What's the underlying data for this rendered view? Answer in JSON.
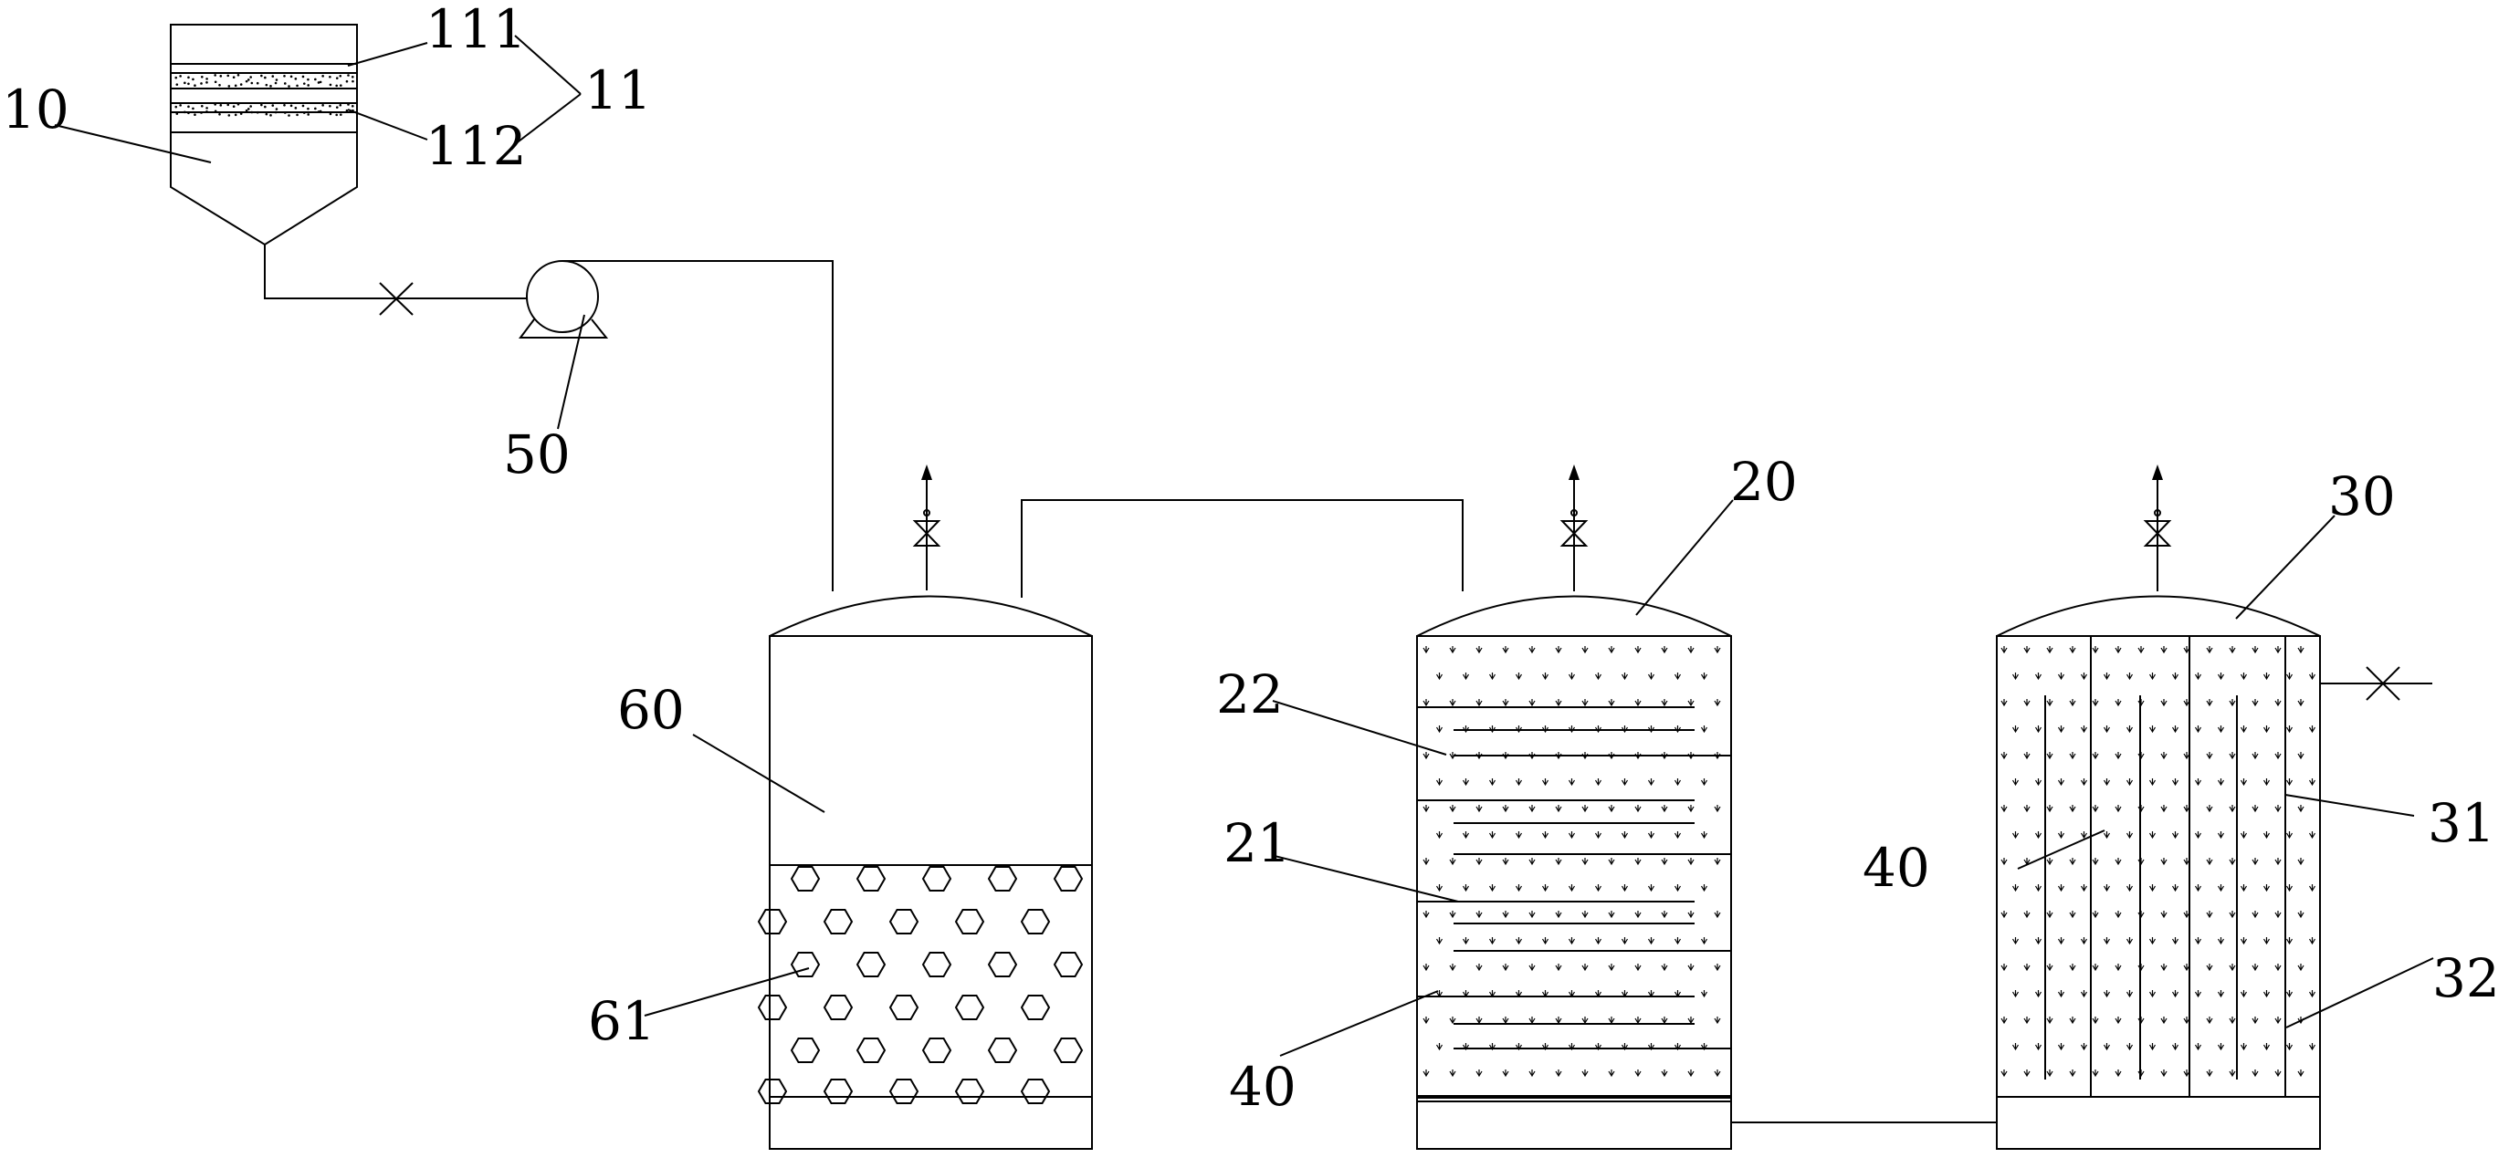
{
  "diagram": {
    "labels": {
      "tank_feed": "10",
      "filter_assembly": "11",
      "filter_layer_upper": "111",
      "filter_layer_lower": "112",
      "pump": "50",
      "tank_pre": "60",
      "packing_hex": "61",
      "tank_reactor_a": "20",
      "baffle_a": "21",
      "chamber_a": "22",
      "media_a": "40",
      "tank_reactor_b": "30",
      "baffle_b": "31",
      "chamber_b": "32",
      "media_b": "40"
    }
  }
}
